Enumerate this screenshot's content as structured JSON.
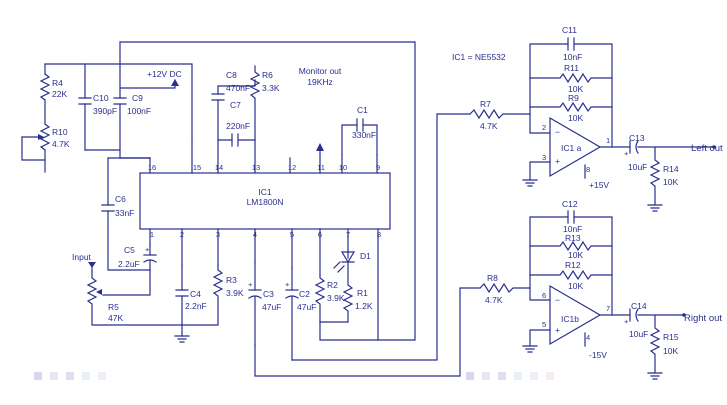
{
  "ic_note": "IC1 = NE5532",
  "chip": {
    "name": "IC1",
    "part": "LM1800N",
    "top_pins": [
      "16",
      "15",
      "14",
      "13",
      "12",
      "11",
      "10",
      "9"
    ],
    "bottom_pins": [
      "1",
      "2",
      "3",
      "4",
      "5",
      "6",
      "7",
      "8"
    ]
  },
  "supply_label": "+12V DC",
  "monitor": {
    "line1": "Monitor out",
    "line2": "19KHz"
  },
  "components": {
    "r4": {
      "ref": "R4",
      "val": "22K"
    },
    "r10": {
      "ref": "R10",
      "val": "4.7K"
    },
    "c10": {
      "ref": "C10",
      "val": "390pF"
    },
    "c9": {
      "ref": "C9",
      "val": "100nF"
    },
    "c8": {
      "ref": "C8",
      "val": "470nF"
    },
    "r6": {
      "ref": "R6",
      "val": "3.3K"
    },
    "c7": {
      "ref": "C7",
      "val": "220nF"
    },
    "c1": {
      "ref": "C1",
      "val": "330nF"
    },
    "c6": {
      "ref": "C6",
      "val": "33nF"
    },
    "c5": {
      "ref": "C5",
      "val": "2.2uF"
    },
    "r5": {
      "ref": "R5",
      "val": "47K"
    },
    "c4": {
      "ref": "C4",
      "val": "2.2nF"
    },
    "r3": {
      "ref": "R3",
      "val": "3.9K"
    },
    "c3": {
      "ref": "C3",
      "val": "47uF"
    },
    "c2": {
      "ref": "C2",
      "val": "47uF"
    },
    "r2": {
      "ref": "R2",
      "val": "3.9K"
    },
    "r1": {
      "ref": "R1",
      "val": "1.2K"
    },
    "d1": {
      "ref": "D1"
    },
    "r7": {
      "ref": "R7",
      "val": "4.7K"
    },
    "r8": {
      "ref": "R8",
      "val": "4.7K"
    },
    "c11": {
      "ref": "C11",
      "val": "10nF"
    },
    "r11": {
      "ref": "R11",
      "val": "10K"
    },
    "r9": {
      "ref": "R9",
      "val": "10K"
    },
    "c13": {
      "ref": "C13",
      "val": "10uF"
    },
    "r14": {
      "ref": "R14",
      "val": "10K"
    },
    "c12": {
      "ref": "C12",
      "val": "10nF"
    },
    "r13": {
      "ref": "R13",
      "val": "10K"
    },
    "r12": {
      "ref": "R12",
      "val": "10K"
    },
    "c14": {
      "ref": "C14",
      "val": "10uF"
    },
    "r15": {
      "ref": "R15",
      "val": "10K"
    }
  },
  "opamp_a": {
    "name": "IC1 a",
    "pin_minus": "2",
    "pin_plus": "3",
    "pin_out": "1",
    "pin_v": "8",
    "supply": "+15V"
  },
  "opamp_b": {
    "name": "IC1b",
    "pin_minus": "6",
    "pin_plus": "5",
    "pin_out": "7",
    "pin_v": "4",
    "supply": "-15V"
  },
  "left_out": "Left out",
  "right_out": "Right out",
  "input_label": "Input"
}
